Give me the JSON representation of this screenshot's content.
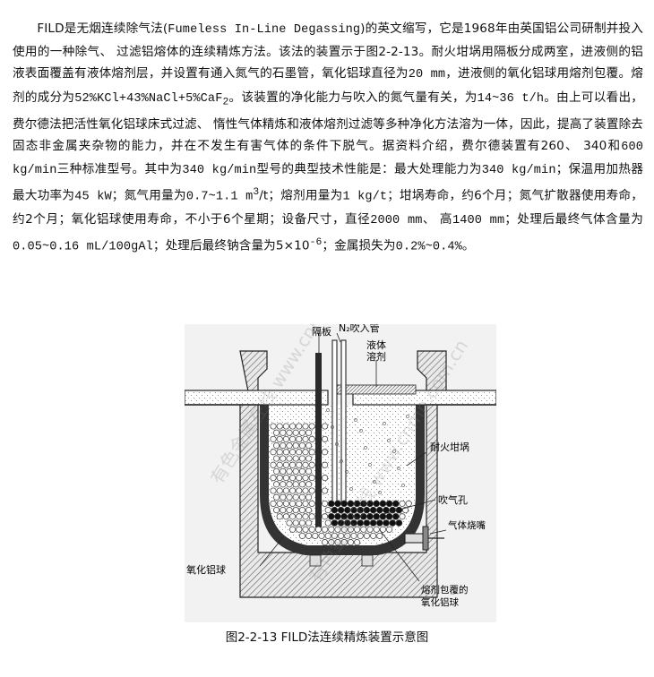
{
  "paragraph": {
    "s1": "FILD是无烟连续除气法(",
    "s2": "Fumeless In-Line Degassing",
    "s3": ")的英文缩写，它是1968年由英国铝公司研制并投入使用的一种除气、 过滤铝熔体的连续精炼方法。该法的装置示于图2-2-13。耐火坩埚用隔板分成两室，进液侧的铝液表面覆盖有液体熔剂层，并设置有通入氮气的石墨管，氧化铝球直径为",
    "s4": "20 mm",
    "s5": "，进液侧的氧化铝球用熔剂包覆。熔剂的成分为",
    "s6": "52%KCl+43%NaCl+5%CaF",
    "s6_sub": "2",
    "s7": "。该装置的净化能力与吹入的氮气量有关，为",
    "s8": "14~36 t/h",
    "s9": "。由上可以看出，费尔德法把活性氧化铝球床式过滤、 惰性气体精炼和液体熔剂过滤等多种净化方法溶为一体，因此，提高了装置除去固态非金属夹杂物的能力，并在不发生有害气体的条件下脱气。据资料介绍，费尔德装置有260、 340和",
    "s10": "600 kg/min",
    "s11": "三种标准型号。其中为",
    "s12": "340 kg/min",
    "s13": "型号的典型技术性能是：最大处理能力为",
    "s14": "340 kg/min",
    "s15": "；保温用加热器最大功率为",
    "s16": "45 kW",
    "s17": "；氮气用量为",
    "s18": "0.7~1.1 m",
    "s18_sup": "3",
    "s19": "/t；熔剂用量为",
    "s20": "1 kg/t",
    "s21": "；坩埚寿命，约6个月；氮气扩散器使用寿命，约2个月；氧化铝球使用寿命，不小于6个星期；设备尺寸，直径",
    "s22": "2000 mm",
    "s23": "、 高",
    "s24": "1400 mm",
    "s25": "；处理后最终气体含量为",
    "s26": "0.05~0.16 mL/100gAl",
    "s27": "；处理后最终钠含量为5×10",
    "s27_sup": "-6",
    "s28": "；金属损失为",
    "s29": "0.2%~0.4%",
    "s30": "。"
  },
  "figure": {
    "labels": {
      "partition": "隔板",
      "n2_pipe": "N₂吹入管",
      "liquid_flux_1": "液体",
      "liquid_flux_2": "溶剂",
      "refractory_crucible": "耐火坩埚",
      "blow_hole": "吹气孔",
      "gas_burner": "气体烧嘴",
      "alumina_balls": "氧化铝球",
      "flux_coated_1": "熔剂包覆的",
      "flux_coated_2": "氧化铝球"
    },
    "watermark": "有色金属在线 www.cnmn.com.cn"
  },
  "caption": "图2-2-13 FILD法连续精炼装置示意图"
}
